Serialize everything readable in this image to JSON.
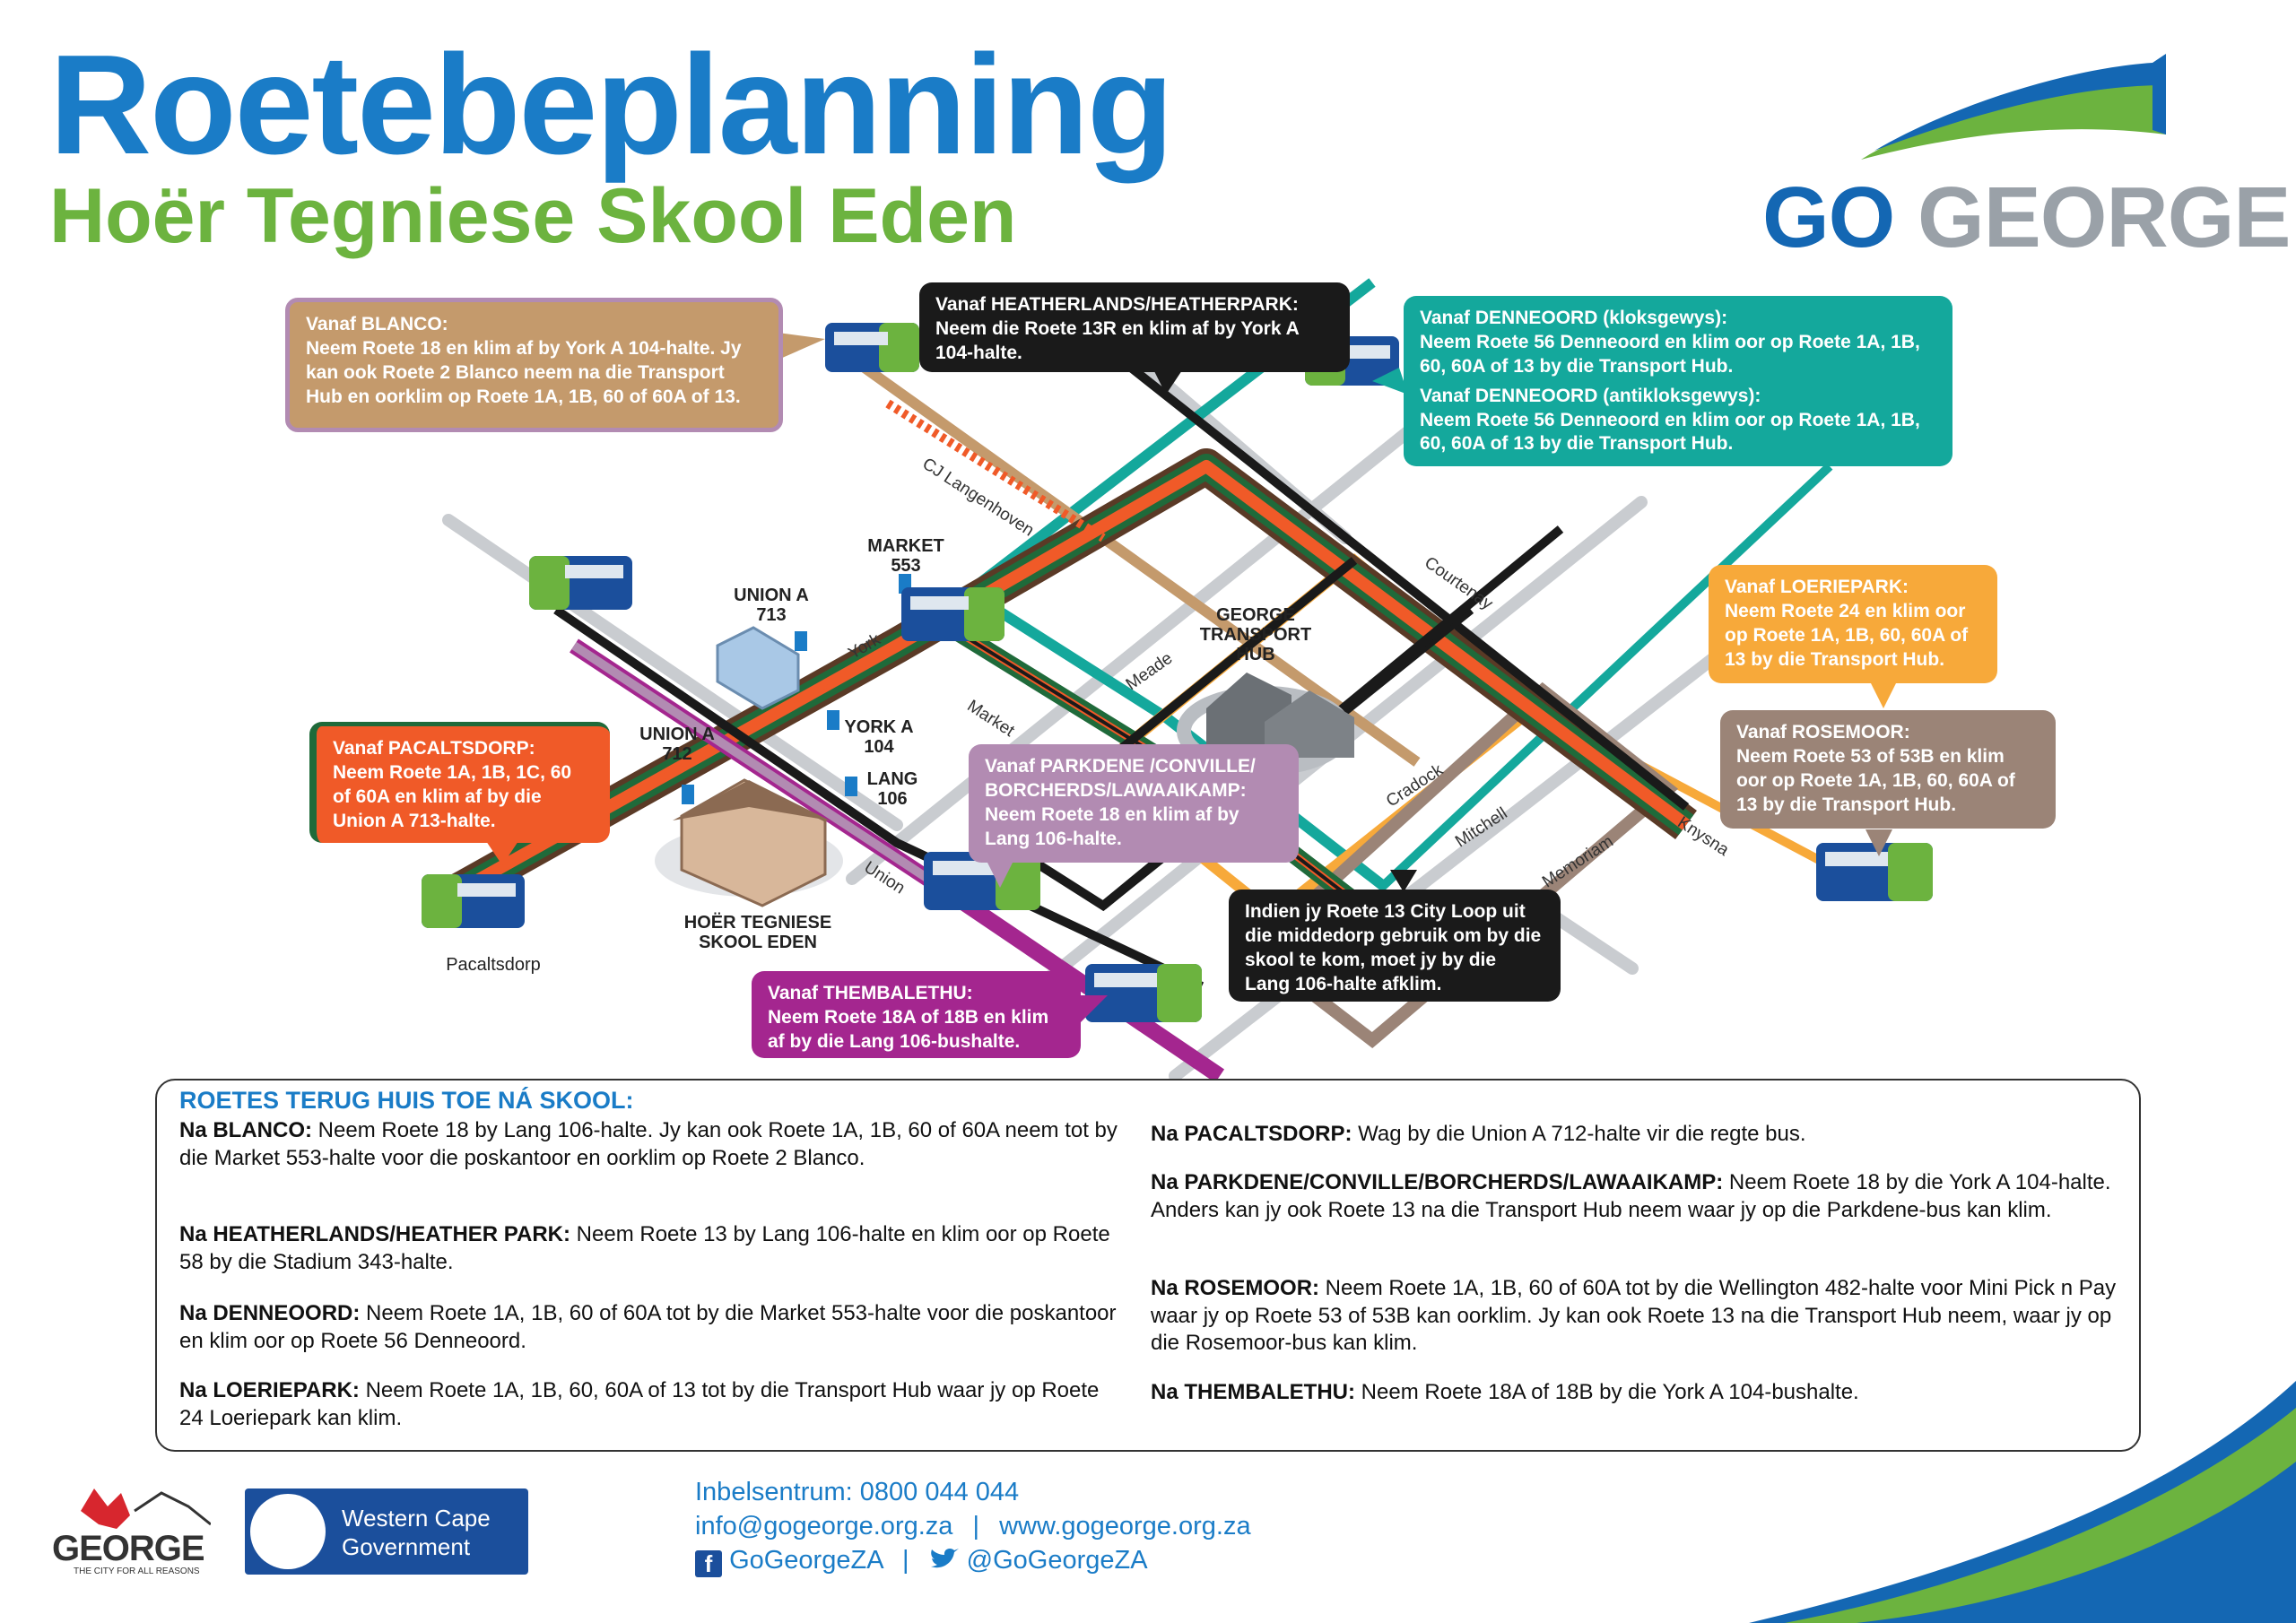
{
  "header": {
    "title": "Roetebeplanning",
    "subtitle": "Hoër Tegniese Skool Eden",
    "brand_go": "GO",
    "brand_george": "GEORGE"
  },
  "colors": {
    "blue": "#1a7cc7",
    "green": "#6cb33f",
    "tan": "#c49a6c",
    "black": "#1a1a1a",
    "teal": "#14a89c",
    "orange": "#f05a28",
    "light_orange": "#f7a93a",
    "lilac": "#b28bb2",
    "magenta": "#a4268f",
    "brown": "#9b8477"
  },
  "callouts": {
    "blanco": {
      "head": "Vanaf BLANCO:",
      "body": "Neem Roete 18 en klim af by York A 104-halte. Jy kan ook Roete 2 Blanco neem na die Transport Hub en oorklim op Roete 1A, 1B, 60 of 60A of 13."
    },
    "heatherlands": {
      "head": "Vanaf HEATHERLANDS/HEATHERPARK:",
      "body": "Neem die Roete 13R en klim af by York A 104-halte."
    },
    "denneoord_cw": {
      "head": "Vanaf DENNEOORD (kloksgewys):",
      "body": "Neem Roete 56 Denneoord en klim oor op Roete 1A, 1B, 60, 60A of 13 by die Transport Hub."
    },
    "denneoord_acw": {
      "head": "Vanaf DENNEOORD (antikloksgewys):",
      "body": "Neem Roete 56 Denneoord en klim oor op Roete 1A, 1B, 60, 60A of 13 by die Transport Hub."
    },
    "loeriepark": {
      "head": "Vanaf LOERIEPARK:",
      "body": "Neem Roete 24 en klim oor op Roete 1A, 1B, 60, 60A of 13 by die Transport Hub."
    },
    "rosemoor": {
      "head": "Vanaf ROSEMOOR:",
      "body": "Neem Roete 53 of 53B en klim oor op Roete 1A, 1B, 60, 60A of 13 by die Transport Hub."
    },
    "pacaltsdorp": {
      "head": "Vanaf PACALTSDORP:",
      "body": "Neem Roete 1A, 1B, 1C, 60 of 60A en klim af by die Union A 713-halte."
    },
    "parkdene": {
      "head": "Vanaf PARKDENE /CONVILLE/ BORCHERDS/LAWAAIKAMP:",
      "body": "Neem Roete 18 en klim af by Lang 106-halte."
    },
    "cityloop": {
      "head": "",
      "body": "Indien jy Roete 13 City Loop uit die middedorp gebruik om by die skool te kom, moet jy by die Lang 106-halte afklim."
    },
    "thembalethu": {
      "head": "Vanaf THEMBALETHU:",
      "body": "Neem Roete 18A of 18B en klim af by die Lang 106-bushalte."
    }
  },
  "map_labels": {
    "market553": "MARKET 553",
    "uniona713": "UNION A 713",
    "uniona712": "UNION A 712",
    "yorka104": "YORK A 104",
    "lang106": "LANG 106",
    "hub": "GEORGE TRANSPORT HUB",
    "school": "HOËR TEGNIESE SKOOL EDEN",
    "pacaltsdorp": "Pacaltsdorp"
  },
  "streets": {
    "cj": "CJ Langenhoven",
    "york": "York",
    "market": "Market",
    "meade": "Meade",
    "courtenay": "Courtenay",
    "cradock": "Cradock",
    "mitchell": "Mitchell",
    "memoriam": "Memoriam",
    "knysna": "Knysna",
    "union": "Union"
  },
  "return_routes": {
    "title": "ROETES TERUG HUIS TOE NÁ SKOOL:",
    "left": [
      {
        "name": "Na BLANCO:",
        "text": " Neem Roete 18 by Lang 106-halte. Jy kan ook Roete 1A, 1B, 60 of 60A neem tot by die Market 553-halte voor die poskantoor en oorklim op Roete 2 Blanco."
      },
      {
        "name": "Na HEATHERLANDS/HEATHER PARK:",
        "text": " Neem Roete 13 by Lang 106-halte en klim oor op Roete 58 by die Stadium 343-halte."
      },
      {
        "name": "Na DENNEOORD:",
        "text": " Neem Roete 1A, 1B, 60 of 60A tot by die Market 553-halte voor die poskantoor en klim oor op Roete 56 Denneoord."
      },
      {
        "name": "Na LOERIEPARK:",
        "text": "  Neem Roete 1A, 1B, 60, 60A of 13 tot by die Transport Hub waar jy op Roete 24 Loeriepark kan klim."
      }
    ],
    "right": [
      {
        "name": "Na PACALTSDORP:",
        "text": " Wag by die Union A 712-halte vir die regte bus."
      },
      {
        "name": "Na PARKDENE/CONVILLE/BORCHERDS/LAWAAIKAMP:",
        "text": " Neem Roete 18 by die York A 104-halte. Anders kan jy ook Roete 13 na die Transport Hub neem waar jy op die Parkdene-bus kan klim."
      },
      {
        "name": "Na ROSEMOOR:",
        "text": " Neem Roete 1A, 1B, 60 of 60A tot by die Wellington 482-halte voor Mini Pick n Pay waar jy op Roete 53 of 53B kan oorklim. Jy kan ook Roete 13 na die Transport Hub neem, waar jy op die Rosemoor-bus kan klim."
      },
      {
        "name": "Na THEMBALETHU:",
        "text": " Neem Roete 18A of 18B by die York A 104-bushalte."
      }
    ]
  },
  "footer": {
    "george_logo": "GEORGE",
    "george_tagline": "THE CITY FOR ALL REASONS",
    "wcg_line1": "Western Cape",
    "wcg_line2": "Government",
    "call_centre": "Inbelsentrum: 0800 044 044",
    "email": "info@gogeorge.org.za",
    "separator": "|",
    "website": "www.gogeorge.org.za",
    "facebook": "GoGeorgeZA",
    "twitter": "@GoGeorgeZA"
  }
}
